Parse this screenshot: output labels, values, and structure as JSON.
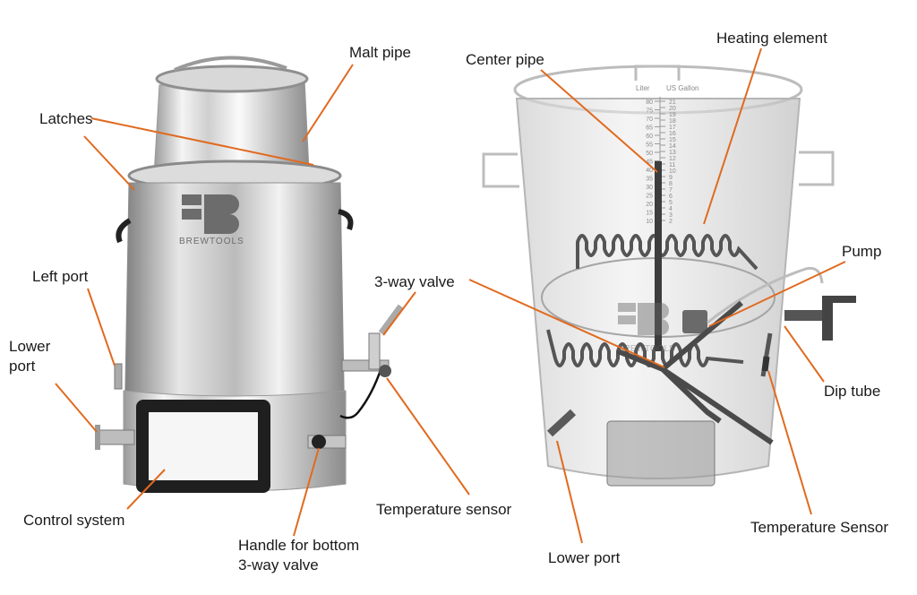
{
  "left_figure": {
    "brand": "BREWTOOLS",
    "labels": {
      "malt_pipe": "Malt pipe",
      "latches": "Latches",
      "left_port": "Left port",
      "lower_port": "Lower\nport",
      "three_way_valve": "3-way valve",
      "temperature_sensor": "Temperature sensor",
      "control_system": "Control system",
      "handle_bottom_valve": "Handle for bottom\n3-way valve"
    }
  },
  "right_figure": {
    "brand": "BREWTOOLS",
    "scale": {
      "left_header": "Liter",
      "right_header": "US Gallon",
      "liters": [
        "80",
        "75",
        "70",
        "65",
        "60",
        "55",
        "50",
        "45",
        "40",
        "35",
        "30",
        "25",
        "20",
        "15",
        "10"
      ],
      "gallons": [
        "21",
        "20",
        "19",
        "18",
        "17",
        "16",
        "15",
        "14",
        "13",
        "12",
        "11",
        "10",
        "9",
        "8",
        "7",
        "6",
        "5",
        "4",
        "3",
        "2"
      ]
    },
    "labels": {
      "center_pipe": "Center pipe",
      "heating_element": "Heating element",
      "pump": "Pump",
      "dip_tube": "Dip tube",
      "temperature_sensor": "Temperature Sensor",
      "lower_port": "Lower port"
    }
  },
  "colors": {
    "leader_line": "#e06a1f",
    "steel_light": "#eeeeee",
    "steel_dark": "#8a8a8a",
    "glass": "#c9c9c9",
    "element": "#555555"
  }
}
